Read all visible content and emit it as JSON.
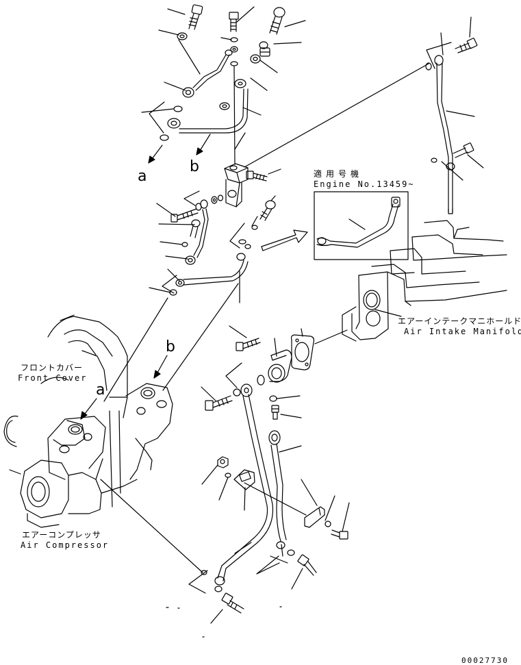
{
  "labels": {
    "front_cover_jp": "フロントカバー",
    "front_cover_en": "Front Cover",
    "air_compressor_jp": "エアーコンプレッサ",
    "air_compressor_en": "Air Compressor",
    "air_intake_manifold_jp": "エアーインテークマニホールド",
    "air_intake_manifold_en": "Air Intake Manifold",
    "applicable_model_jp": "適用号機",
    "engine_no": "Engine No.13459~",
    "marker_a_top": "a",
    "marker_b_top": "b",
    "marker_a_compressor": "a",
    "marker_b_compressor": "b",
    "drawing_number": "00027730"
  }
}
